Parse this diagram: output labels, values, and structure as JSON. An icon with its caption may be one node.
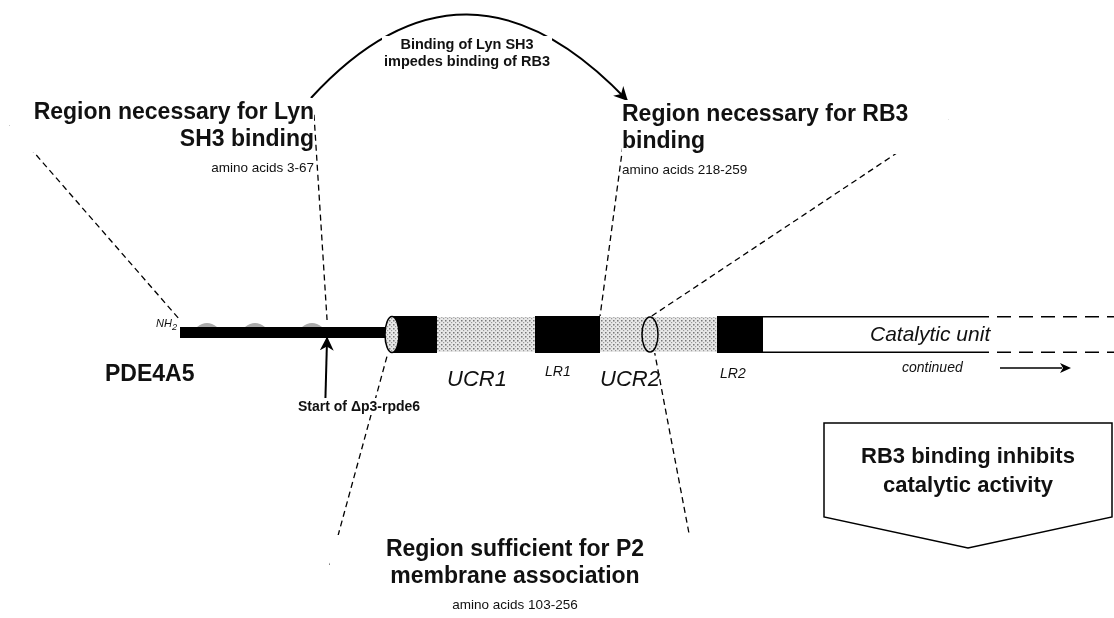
{
  "diagram": {
    "nodes": [
      {
        "text": [
          "Region necessary for Lyn SH3 binding",
          "amino acids 3-67"
        ]
      },
      {
        "text": [
          "Region necessary for RB3 binding",
          "amino acids 218-259"
        ]
      },
      {
        "text": [],
        "shape": "bar"
      },
      {
        "text": [],
        "shape": "bar"
      },
      {
        "text": [
          "Start of Δp3-rpde6"
        ]
      },
      {
        "text": [
          "RB3 binding inhibits catalytic activity"
        ]
      },
      {
        "text": [
          "Region sufficient for P2 membrane association",
          "amino acids 103-256"
        ]
      }
    ],
    "edges": [
      {
        "from": 0,
        "to": 1,
        "arrow": "to",
        "label": "Binding of Lyn SH3 impedes binding of RB3"
      },
      {
        "from": 0,
        "to": 2,
        "arrow": "none",
        "style": "dashed"
      },
      {
        "from": 0,
        "to": 2,
        "arrow": "none",
        "style": "dashed"
      },
      {
        "from": 1,
        "to": 3,
        "arrow": "none",
        "style": "dashed"
      },
      {
        "from": 1,
        "to": 3,
        "arrow": "none",
        "style": "dashed"
      },
      {
        "from": 4,
        "to": 2,
        "arrow": "to"
      },
      {
        "from": 6,
        "to": 3,
        "arrow": "none",
        "style": "dashed"
      },
      {
        "from": 6,
        "to": 3,
        "arrow": "none",
        "style": "dashed"
      }
    ],
    "labels": [
      "NH$_{2}$",
      "PDE4A5",
      "UCR1",
      "LR1",
      "UCR2",
      "LR2",
      "Catalytic unit",
      "continued"
    ]
  }
}
